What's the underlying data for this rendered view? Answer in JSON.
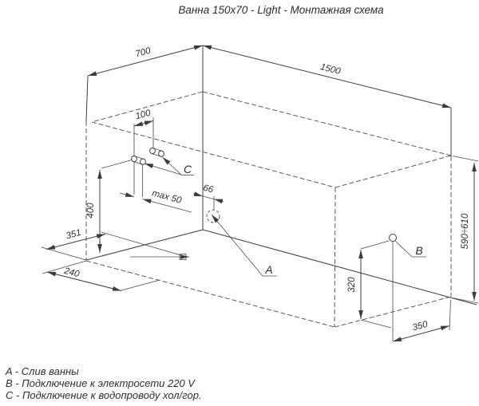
{
  "title": "Ванна 150x70 - Light - Монтажная схема",
  "dims": {
    "width": "700",
    "length": "1500",
    "supply_spacing": "100",
    "supply_protrusion": "max 50",
    "drain_offset": "66",
    "supply_height": "400",
    "drain_width_pos": "351",
    "drain_length_pos": "240",
    "rim_height": "590÷610",
    "socket_height": "320",
    "socket_offset": "350"
  },
  "callouts": {
    "drain": "A",
    "power": "B",
    "water": "C"
  },
  "legend": [
    "A - Слив ванны",
    "B - Подключение к электросети 220 V",
    "C - Подключение к водопроводу хол/гор."
  ]
}
